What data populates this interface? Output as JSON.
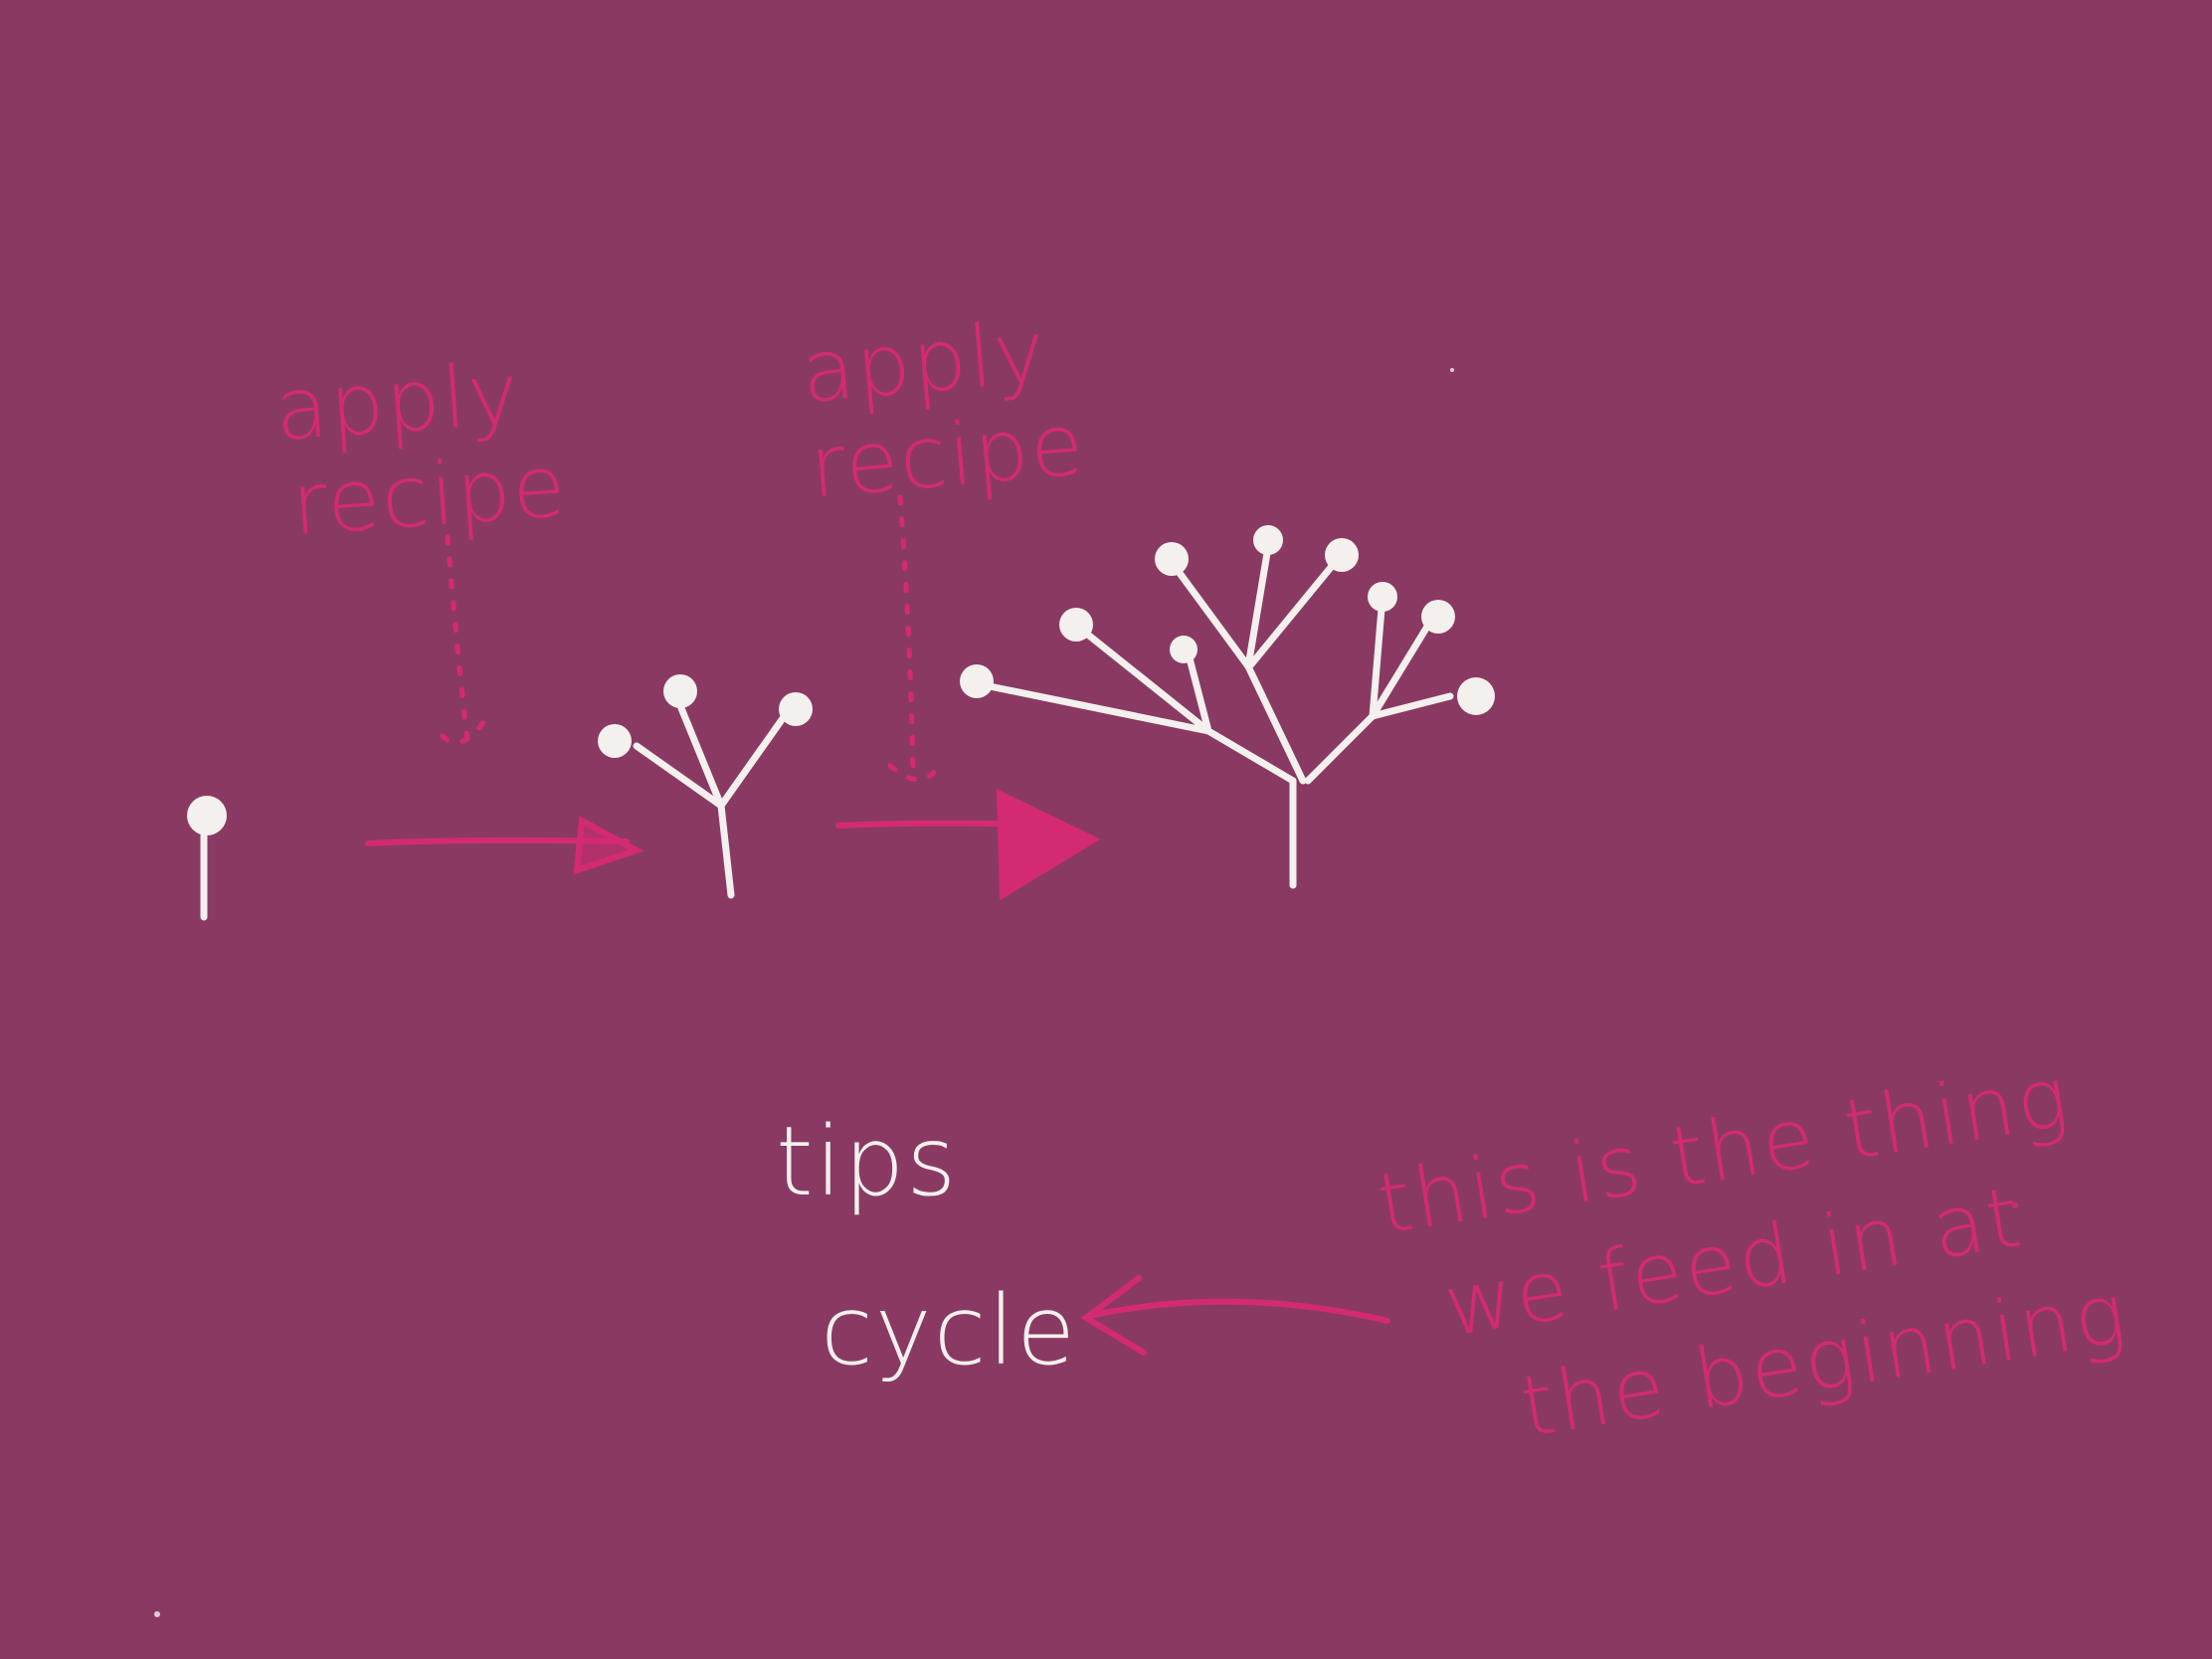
{
  "colors": {
    "background": "#8a3a62",
    "accent_pink": "#d42a73",
    "chalk_white": "#f3f0ee"
  },
  "diagram": {
    "stage1_label": "apply\nrecipe",
    "stage1_line1": "apply",
    "stage1_line2": "recipe",
    "stage2_line1": "apply",
    "stage2_line2": "recipe",
    "tips_word": "tips",
    "cycle_word": "cycle",
    "note_line1": "this is the thing",
    "note_line2": "we feed in at",
    "note_line3": "the beginning"
  }
}
